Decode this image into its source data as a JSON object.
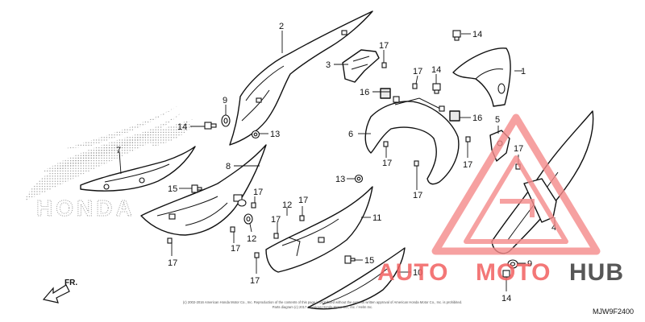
{
  "diagram": {
    "callouts": [
      "1",
      "2",
      "3",
      "4",
      "5",
      "6",
      "7",
      "8",
      "9",
      "10",
      "11",
      "12",
      "13",
      "14",
      "15",
      "16",
      "17"
    ],
    "drawing_code": "MJW9F2400",
    "front_indicator": "FR.",
    "copyright_line1": "(c) 2002-2016 American Honda Motor Co., Inc. Reproduction of the contents of this page is prohibited without the express written approval of American Honda Motor Co., Inc. is prohibited.",
    "copyright_line2": "Parts diagram (c) 2017 American Honda Motor Co., Inc. / Helm Inc.",
    "background_logo_text": "HONDA"
  },
  "watermark": {
    "word_part1": "AUTO",
    "word_part2": "MOTO",
    "word_part3": "HUB",
    "colors": {
      "red": "#f26060",
      "dark": "#3a3a3a",
      "triangle": "#f58a8a"
    }
  }
}
